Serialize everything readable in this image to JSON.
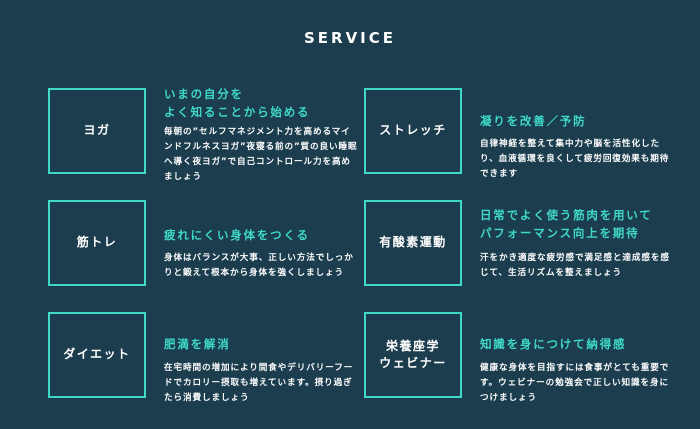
{
  "section": {
    "title": "SERVICE"
  },
  "colors": {
    "background": "#1c3d4e",
    "accent": "#3fd9c8",
    "text": "#ffffff"
  },
  "services": [
    {
      "name": "ヨガ",
      "heading": "いまの自分を\nよく知ることから始める",
      "description": "毎朝の”セルフマネジメント力を高めるマインドフルネスヨガ”夜寝る前の”質の良い睡眠へ導く夜ヨガ”で自己コントロール力を高めましょう"
    },
    {
      "name": "ストレッチ",
      "heading": "凝りを改善／予防",
      "description": "自律神経を整えて集中力や脳を活性化したり、血液循環を良くして疲労回復効果も期待できます"
    },
    {
      "name": "筋トレ",
      "heading": "疲れにくい身体をつくる",
      "description": "身体はバランスが大事、正しい方法でしっかりと鍛えて根本から身体を強くしましょう"
    },
    {
      "name": "有酸素運動",
      "heading": "日常でよく使う筋肉を用いて\nパフォーマンス向上を期待",
      "description": "汗をかき適度な疲労感で満足感と達成感を感じて、生活リズムを整えましょう"
    },
    {
      "name": "ダイエット",
      "heading": "肥満を解消",
      "description": "在宅時間の増加により間食やデリバリーフードでカロリー摂取も増えています。摂り過ぎたら消費しましょう"
    },
    {
      "name": "栄養座学\nウェビナー",
      "heading": "知識を身につけて納得感",
      "description": "健康な身体を目指すには食事がとても重要です。ウェビナーの勉強会で正しい知識を身につけましょう"
    }
  ]
}
